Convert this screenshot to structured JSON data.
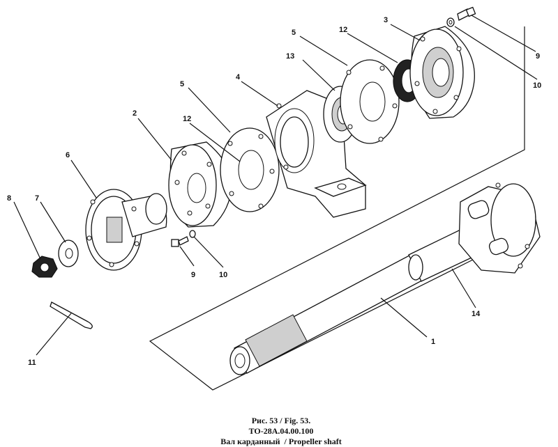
{
  "caption": {
    "figure": "Рис. 53 / Fig. 53.",
    "code": "ТО-28А.04.00.100",
    "title": "Вал карданный  / Propeller shaft"
  },
  "labels": {
    "p1": "1",
    "p2": "2",
    "p3": "3",
    "p4": "4",
    "p5a": "5",
    "p5b": "5",
    "p6": "6",
    "p7": "7",
    "p8": "8",
    "p9a": "9",
    "p9b": "9",
    "p10a": "10",
    "p10b": "10",
    "p11": "11",
    "p12a": "12",
    "p12b": "12",
    "p13": "13",
    "p14": "14"
  }
}
